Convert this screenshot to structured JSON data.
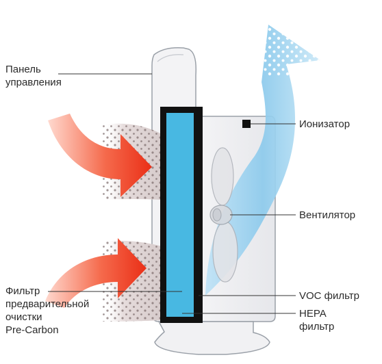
{
  "labels": {
    "control_panel": [
      "Панель",
      "управления"
    ],
    "ionizer": "Ионизатор",
    "fan": "Вентилятор",
    "voc_filter": "VOC фильтр",
    "hepa_filter": [
      "HEPA",
      "фильтр"
    ],
    "pre_filter": [
      "Фильтр",
      "предварительной",
      "очистки",
      "Pre-Carbon"
    ]
  },
  "colors": {
    "intake_arrow": "#ee3a1f",
    "hepa_filter": "#48b8e2",
    "voc_filter": "#111111",
    "clean_air": "#9fd2ef",
    "dirty_air_particles": "#7a6a6a"
  }
}
